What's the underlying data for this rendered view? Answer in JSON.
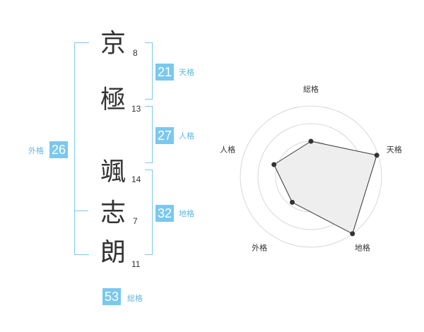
{
  "name_chars": [
    {
      "char": "京",
      "strokes": "8"
    },
    {
      "char": "極",
      "strokes": "13"
    },
    {
      "char": "颯",
      "strokes": "14"
    },
    {
      "char": "志",
      "strokes": "7"
    },
    {
      "char": "朗",
      "strokes": "11"
    }
  ],
  "kaku": {
    "tenkaku": {
      "value": "21",
      "label": "天格"
    },
    "jinkaku": {
      "value": "27",
      "label": "人格"
    },
    "chikaku": {
      "value": "32",
      "label": "地格"
    },
    "gaikaku": {
      "value": "26",
      "label": "外格"
    },
    "soukaku": {
      "value": "53",
      "label": "総格"
    }
  },
  "colors": {
    "accent": "#7ac8ee",
    "accent_text": "#5fb8e6",
    "text": "#333333",
    "radar_fill": "#eeeeee",
    "radar_ring": "#d8d8d8"
  },
  "chart_data": {
    "type": "radar",
    "axes": [
      "総格",
      "天格",
      "地格",
      "外格",
      "人格"
    ],
    "values": [
      0.5,
      0.98,
      1.0,
      0.45,
      0.55
    ],
    "rings": 4
  }
}
